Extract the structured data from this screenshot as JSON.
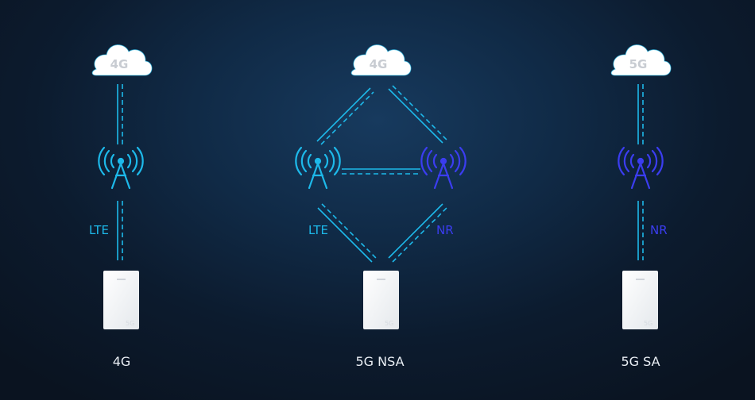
{
  "colors": {
    "lte": "#1db9ea",
    "nr": "#3b3df0",
    "cloud": "#ffffff",
    "cloud_text": "#c8ccd2",
    "device": "#f4f6f8",
    "caption": "#e9eef4"
  },
  "icons": {
    "cloud": "cloud-icon",
    "tower": "cell-tower-icon",
    "device": "cpe-router-icon"
  },
  "columns": [
    {
      "caption": "4G",
      "cloud_label": "4G",
      "link_labels": [
        "LTE"
      ]
    },
    {
      "caption": "5G NSA",
      "cloud_label": "4G",
      "link_labels": [
        "LTE",
        "NR"
      ]
    },
    {
      "caption": "5G SA",
      "cloud_label": "5G",
      "link_labels": [
        "NR"
      ]
    }
  ]
}
